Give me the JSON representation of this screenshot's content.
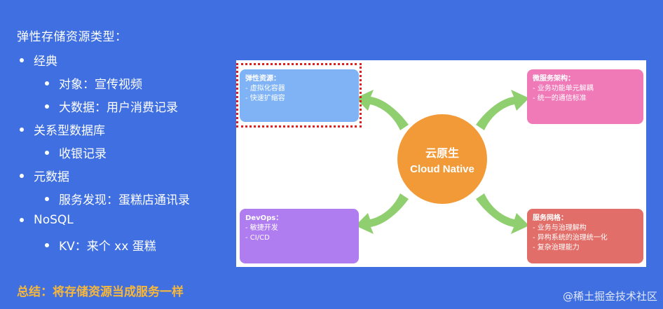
{
  "heading": "弹性存储资源类型：",
  "bullets": [
    {
      "level": 1,
      "text": "经典"
    },
    {
      "level": 2,
      "text": "对象：宣传视频"
    },
    {
      "level": 2,
      "text": "大数据：用户消费记录"
    },
    {
      "level": 1,
      "text": "关系型数据库"
    },
    {
      "level": 2,
      "text": "收银记录"
    },
    {
      "level": 1,
      "text": "元数据"
    },
    {
      "level": 2,
      "text": "服务发现：蛋糕店通讯录"
    },
    {
      "level": 1,
      "text": "NoSQL"
    },
    {
      "level": 2,
      "text": "KV：来个 xx 蛋糕"
    }
  ],
  "summary": "总结：将存储资源当成服务一样",
  "diagram": {
    "center": {
      "line1": "云原生",
      "line2": "Cloud Native"
    },
    "top_left": {
      "title": "弹性资源：",
      "items": [
        "- 虚拟化容器",
        "- 快速扩缩容"
      ]
    },
    "top_right": {
      "title": "微服务架构：",
      "items": [
        "- 业务功能单元解耦",
        "- 统一的通信标准"
      ]
    },
    "bottom_left": {
      "title": "DevOps：",
      "items": [
        "- 敏捷开发",
        "- CI/CD"
      ]
    },
    "bottom_right": {
      "title": "服务网格：",
      "items": [
        "- 业务与治理解构",
        "- 异构系统的治理统一化",
        "- 复杂治理能力"
      ]
    }
  },
  "colors": {
    "background": "#3f6fe0",
    "summary": "#f6b73c",
    "circle": "#f39a38",
    "box_top_left": "#7fb3f6",
    "box_top_right": "#f07ab8",
    "box_bottom_left": "#b07df1",
    "box_bottom_right": "#e16e69",
    "arrow": "#8fcf6f",
    "highlight": "#e02020"
  },
  "watermark": "@稀土掘金技术社区"
}
